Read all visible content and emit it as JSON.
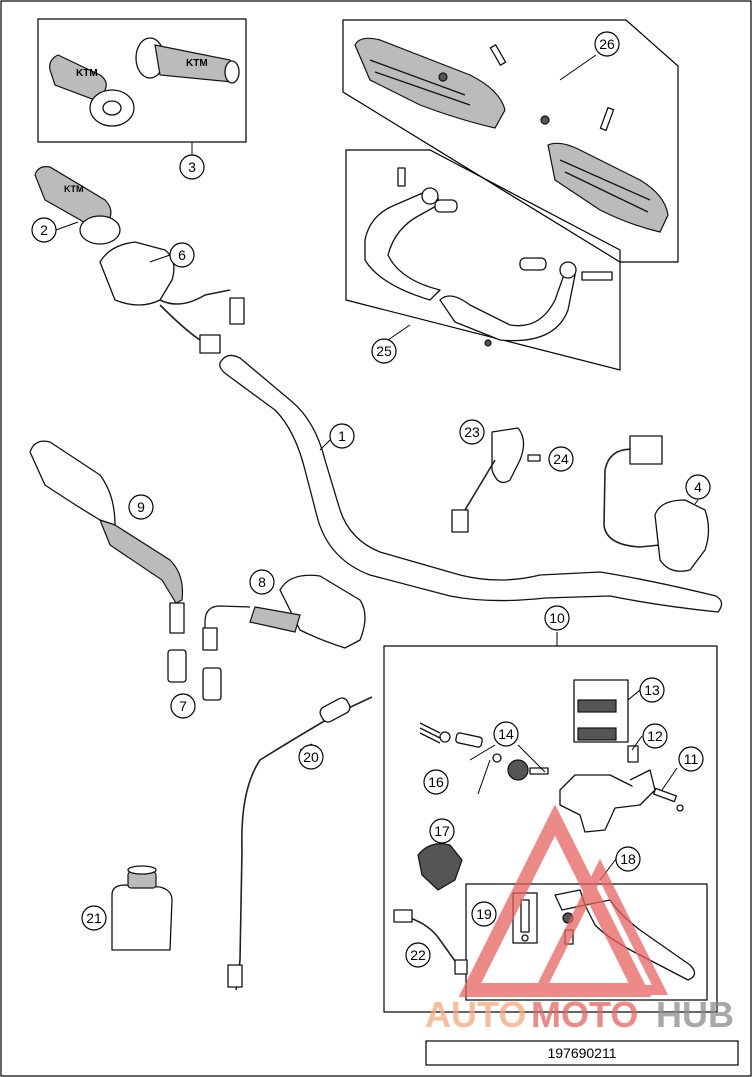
{
  "document_number": "197690211",
  "watermark": {
    "part1": "AUTO",
    "part2": "MOTO",
    "part3": "HUB",
    "color_orange": "#f5a97c",
    "color_red": "#e8625f",
    "color_grey": "#8c8c8c"
  },
  "callouts": [
    "1",
    "2",
    "3",
    "4",
    "6",
    "7",
    "8",
    "9",
    "10",
    "11",
    "12",
    "13",
    "14",
    "16",
    "17",
    "18",
    "19",
    "20",
    "21",
    "22",
    "23",
    "24",
    "25",
    "26"
  ],
  "grip_text": "KTM"
}
